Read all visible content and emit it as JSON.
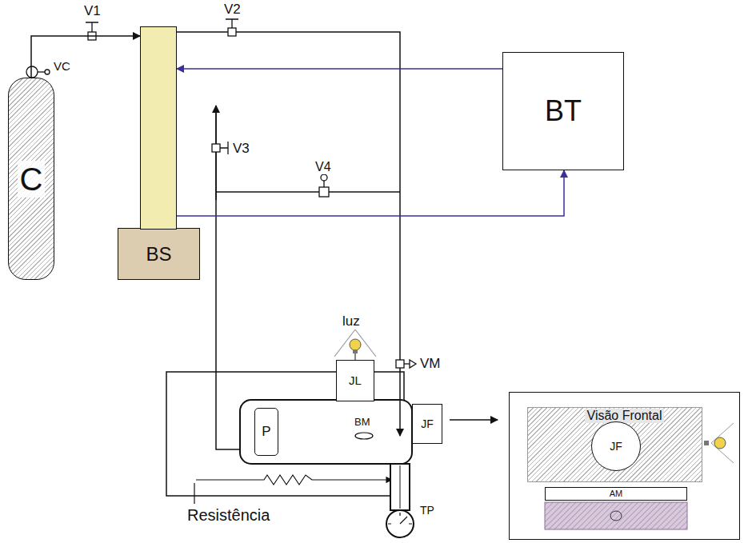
{
  "diagram": {
    "nodes": [
      {
        "text": [
          "C"
        ]
      },
      {
        "text": [
          "BS"
        ]
      },
      {
        "text": [
          "BT"
        ]
      },
      {
        "text": [
          "JL"
        ]
      },
      {
        "text": [
          "P"
        ]
      },
      {
        "text": [
          "JF"
        ]
      },
      {
        "text": [
          "Visão Frontal"
        ]
      },
      {
        "text": [
          "JF"
        ],
        "in": 6
      },
      {
        "text": [
          "AM"
        ],
        "in": 6
      }
    ],
    "edges": [
      {
        "from": 0,
        "to": 1,
        "arrow": "to"
      },
      {
        "from": 2,
        "to": 1,
        "arrow": "to"
      },
      {
        "from": 1,
        "to": 2,
        "arrow": "to"
      }
    ],
    "labels": [
      "V1",
      "V2",
      "VC",
      "V3",
      "V4",
      "luz",
      "VM",
      "BM",
      "TP",
      "Resistência"
    ]
  }
}
